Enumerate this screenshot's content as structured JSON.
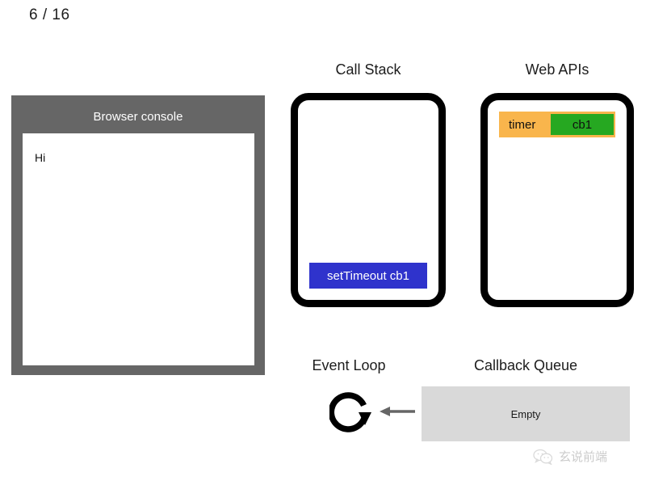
{
  "slide": {
    "counter": "6 / 16"
  },
  "browser_console": {
    "title": "Browser console",
    "lines": [
      "Hi"
    ]
  },
  "call_stack": {
    "heading": "Call Stack",
    "frames": [
      {
        "label": "setTimeout cb1",
        "color": "#2f33cc"
      }
    ]
  },
  "web_apis": {
    "heading": "Web APIs",
    "entries": [
      {
        "label": "timer",
        "callback": "cb1",
        "row_color": "#f9b54c",
        "callback_color": "#26a821"
      }
    ]
  },
  "event_loop": {
    "heading": "Event Loop",
    "icon": "circular-arrow-icon",
    "arrow_icon": "arrow-left-icon",
    "arrow_color": "#666666"
  },
  "callback_queue": {
    "heading": "Callback Queue",
    "status": "Empty",
    "box_color": "#d9d9d9"
  },
  "watermark": {
    "logo": "wechat-logo-icon",
    "text": "玄说前端"
  }
}
